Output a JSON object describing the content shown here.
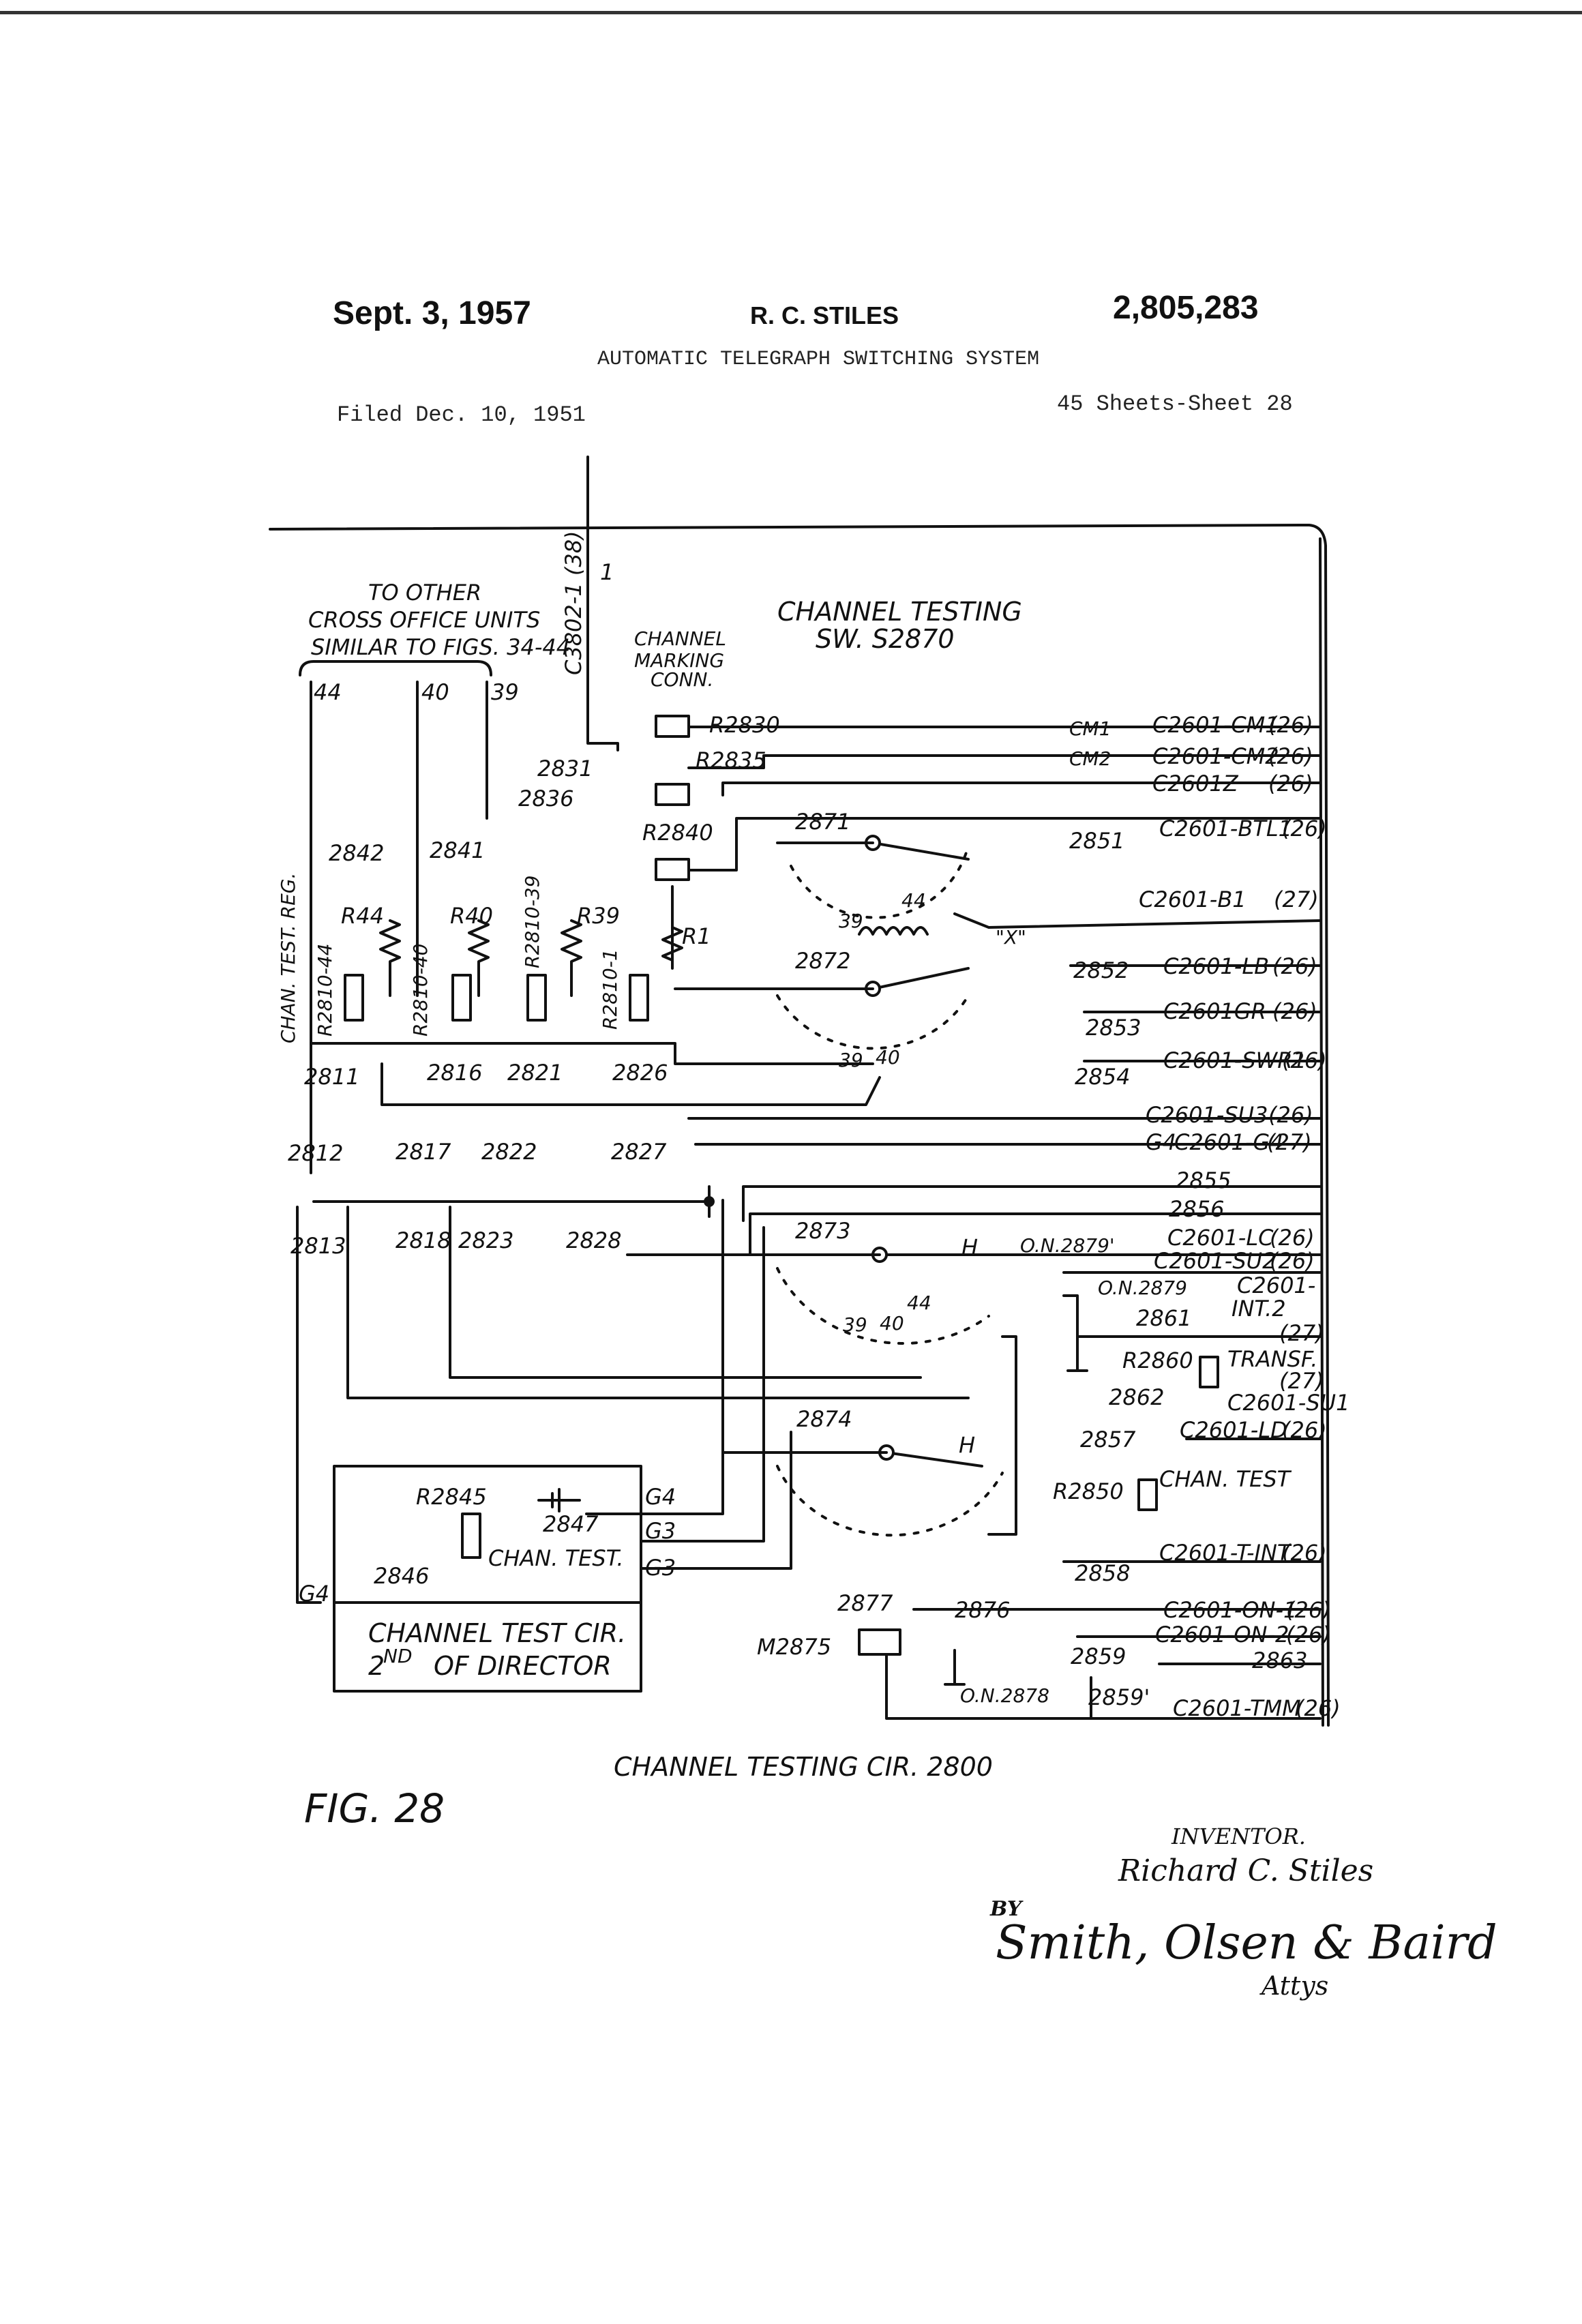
{
  "header": {
    "date": "Sept. 3, 1957",
    "inventor_short": "R. C. STILES",
    "patent_number": "2,805,283",
    "title": "AUTOMATIC TELEGRAPH SWITCHING SYSTEM",
    "filed": "Filed Dec. 10, 1951",
    "sheets": "45 Sheets-Sheet 28"
  },
  "diagram": {
    "top_notes": {
      "to_other_1": "TO OTHER",
      "to_other_2": "CROSS OFFICE UNITS",
      "to_other_3": "SIMILAR TO FIGS. 34-44",
      "c3802": "C3802-1 (38)",
      "one": "1",
      "channel_testing_1": "CHANNEL TESTING",
      "channel_testing_2": "SW. S2870",
      "marking_1": "CHANNEL",
      "marking_2": "MARKING",
      "marking_3": "CONN."
    },
    "terminals": {
      "t44": "44",
      "t40": "40",
      "t39": "39",
      "r2830": "R2830",
      "r2835": "R2835",
      "r2840": "R2840",
      "r1": "R1",
      "n2831": "2831",
      "n2836": "2836",
      "n2842": "2842",
      "n2841": "2841",
      "chan_test_reg": "CHAN. TEST. REG.",
      "r44": "R44",
      "r40": "R40",
      "r39": "R39",
      "r2810_44": "R2810-44",
      "r2810_40": "R2810-40",
      "r2810_39": "R2810-39",
      "r2810_1": "R2810-1",
      "n2811": "2811",
      "n2816": "2816",
      "n2821": "2821",
      "n2826": "2826",
      "n2871": "2871",
      "n2872": "2872",
      "n2873": "2873",
      "n2874": "2874",
      "n44a": "44",
      "n39a": "39",
      "x": "\"X\"",
      "n39b": "39",
      "n40b": "40",
      "n44c": "44",
      "n39c": "39",
      "n40c": "40",
      "h1": "H",
      "h2": "H",
      "n2812": "2812",
      "n2817": "2817",
      "n2822": "2822",
      "n2827": "2827",
      "n2813": "2813",
      "n2818": "2818",
      "n2823": "2823",
      "n2828": "2828"
    },
    "right_labels": {
      "cm1": "CM1",
      "c2601_cm1": "C2601-CM1",
      "p26a": "(26)",
      "cm2": "CM2",
      "c2601_cm2": "C2601-CM2",
      "p26b": "(26)",
      "c2601z": "C2601Z",
      "p26c": "(26)",
      "n2851": "2851",
      "c2601_btl1": "C2601-BTL1",
      "p26d": "(26)",
      "c2601_b1": "C2601-B1",
      "p27a": "(27)",
      "n2852": "2852",
      "c2601_lb": "C2601-LB",
      "p26e": "(26)",
      "n2853": "2853",
      "c2601gr": "C2601GR",
      "p26f": "(26)",
      "n2854": "2854",
      "c2601_swr1": "C2601-SWR1",
      "p26g": "(26)",
      "c2601_su3": "C2601-SU3",
      "p26h": "(26)",
      "g4": "G4",
      "c2601_g4": "C2601-G4",
      "p27b": "(27)",
      "n2855": "2855",
      "n2856": "2856",
      "on2879p": "O.N.2879'",
      "c2601_lc": "C2601-LC",
      "p26i": "(26)",
      "c2601_su2": "C2601-SU2",
      "p26j": "(26)",
      "on2879": "O.N.2879",
      "c2601_int2a": "C2601-",
      "c2601_int2b": "INT.2",
      "n2861": "2861",
      "p27c": "(27)",
      "r2860": "R2860",
      "transf": "TRANSF.",
      "p27d": "(27)",
      "n2862": "2862",
      "c2601_su1": "C2601-SU1",
      "n2857": "2857",
      "c2601_ld": "C2601-LD",
      "p26k": "(26)",
      "r2850": "R2850",
      "chan_test2": "CHAN. TEST",
      "c2601_tint": "C2601-T-INT",
      "p26l": "(26)",
      "n2858": "2858",
      "n2877": "2877",
      "n2876": "2876",
      "c2601_on1": "C2601-ON-1",
      "p26m": "(26)",
      "m2875": "M2875",
      "c2601_on2": "C2601-ON-2",
      "p26n": "(26)",
      "n2859": "2859",
      "n2863": "2863",
      "on2878": "O.N.2878",
      "n2859p": "2859'",
      "c2601_tmm": "C2601-TMM",
      "p26o": "(26)"
    },
    "director_box": {
      "r2845": "R2845",
      "n2847": "2847",
      "g4b": "G4",
      "g3a": "G3",
      "g3b": "G3",
      "chan_test": "CHAN. TEST.",
      "n2846": "2846",
      "g4c": "G4",
      "line1": "CHANNEL TEST CIR.",
      "line2_a": "2",
      "line2_sup": "ND",
      "line2_b": "OF DIRECTOR"
    },
    "caption": "CHANNEL TESTING CIR. 2800",
    "fig": "FIG. 28"
  },
  "signature": {
    "inventor_label": "INVENTOR.",
    "inventor_name": "Richard C. Stiles",
    "by": "BY",
    "attorneys": "Smith, Olsen & Baird",
    "attys": "Attys"
  },
  "colors": {
    "ink": "#111111",
    "paper": "#ffffff"
  }
}
